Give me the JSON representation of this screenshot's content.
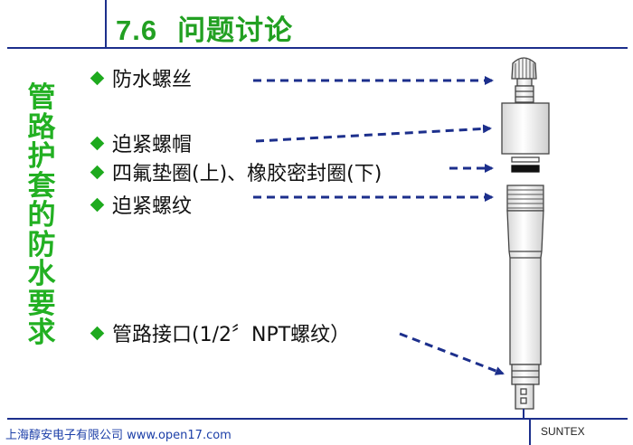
{
  "header": {
    "number": "7.6",
    "title": "问题讨论"
  },
  "side_title": [
    "管",
    "路",
    "护",
    "套",
    "的",
    "防",
    "水",
    "要",
    "求"
  ],
  "labels": [
    {
      "text": "防水螺丝"
    },
    {
      "text": "迫紧螺帽"
    },
    {
      "text": "四氟垫圈(上)、橡胶密封圈(下)"
    },
    {
      "text": " 迫紧螺纹"
    },
    {
      "text": "管路接口(1/2〞NPT螺纹）"
    }
  ],
  "footer": {
    "company": "上海醇安电子有限公司 www.open17.com",
    "brand": "SUNTEX"
  },
  "colors": {
    "title_green": "#22a022",
    "bullet_green": "#1eaa1e",
    "line_blue": "#1c2f8c",
    "footer_blue": "#1c3fa8"
  }
}
